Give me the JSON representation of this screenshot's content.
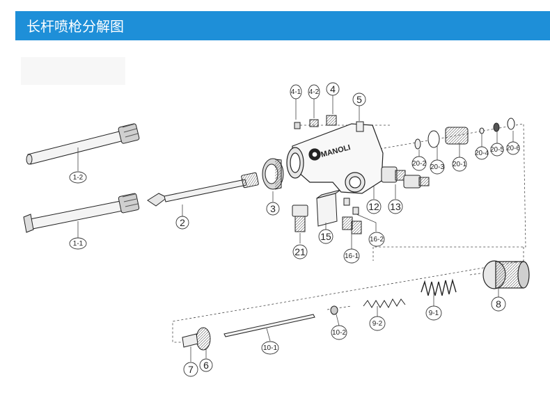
{
  "header": {
    "title": "长杆喷枪分解图",
    "color": "#1e8fd8"
  },
  "brand_on_body": "MANOLI",
  "callouts": [
    {
      "text": "1-2"
    },
    {
      "text": "1-1"
    },
    {
      "text": "2"
    },
    {
      "text": "3"
    },
    {
      "text": "21"
    },
    {
      "text": "15"
    },
    {
      "text": "16-1"
    },
    {
      "text": "16-2"
    },
    {
      "text": "4-1"
    },
    {
      "text": "4-2"
    },
    {
      "text": "4"
    },
    {
      "text": "5"
    },
    {
      "text": "12"
    },
    {
      "text": "13"
    },
    {
      "text": "20-2"
    },
    {
      "text": "20-3"
    },
    {
      "text": "20-1"
    },
    {
      "text": "20-4"
    },
    {
      "text": "20-5"
    },
    {
      "text": "20-6"
    },
    {
      "text": "8"
    },
    {
      "text": "9-1"
    },
    {
      "text": "9-2"
    },
    {
      "text": "10-2"
    },
    {
      "text": "10-1"
    },
    {
      "text": "7"
    },
    {
      "text": "6"
    }
  ]
}
